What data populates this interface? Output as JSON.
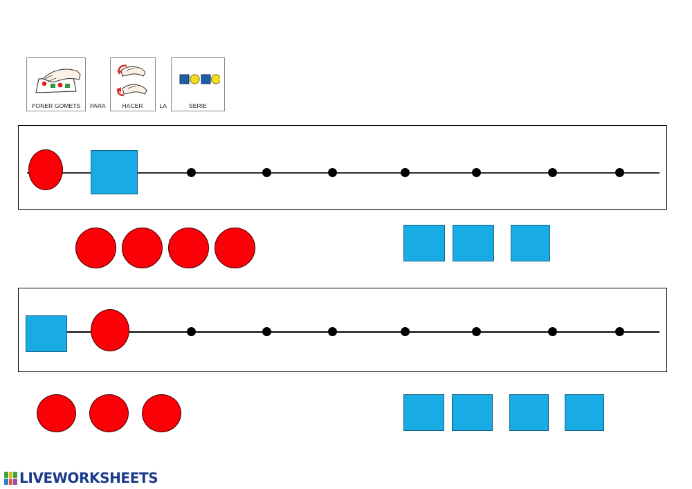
{
  "worksheet": {
    "title": "PONER GOMETS PARA HACER LA SERIE",
    "language": "es",
    "colors": {
      "red": "#fb0007",
      "blue": "#19ace4",
      "yellow": "#f4dc1e",
      "picto_blue": "#1b5fa8",
      "dot_black": "#000000",
      "logo_blue": "#1b3a8c"
    }
  },
  "sentence_strip": {
    "items": [
      {
        "type": "pictogram",
        "label": "PONER GOMETS",
        "icon": "hand-placing-stickers-icon"
      },
      {
        "type": "word",
        "label": "PARA"
      },
      {
        "type": "pictogram",
        "label": "HACER",
        "icon": "two-hands-making-icon"
      },
      {
        "type": "word",
        "label": "LA"
      },
      {
        "type": "pictogram",
        "label": "SERIE",
        "icon": "series-pattern-icon"
      }
    ],
    "series_icon_pattern": [
      "blue-square",
      "yellow-circle",
      "blue-square",
      "yellow-circle"
    ]
  },
  "exercises": [
    {
      "id": "exercise-1",
      "given_shapes": [
        "red-circle",
        "blue-square"
      ],
      "blank_dots": 7,
      "bank_red_circles": 4,
      "bank_blue_squares": 3
    },
    {
      "id": "exercise-2",
      "given_shapes": [
        "blue-square",
        "red-circle"
      ],
      "blank_dots": 7,
      "bank_red_circles": 3,
      "bank_blue_squares": 4
    }
  ],
  "footer": {
    "logo_text": "LIVEWORKSHEETS",
    "logo_tiles": [
      "#3aa845",
      "#e8b61c",
      "#3aa845",
      "#2f7fd0",
      "#e05b2b",
      "#9b4fa8"
    ]
  }
}
